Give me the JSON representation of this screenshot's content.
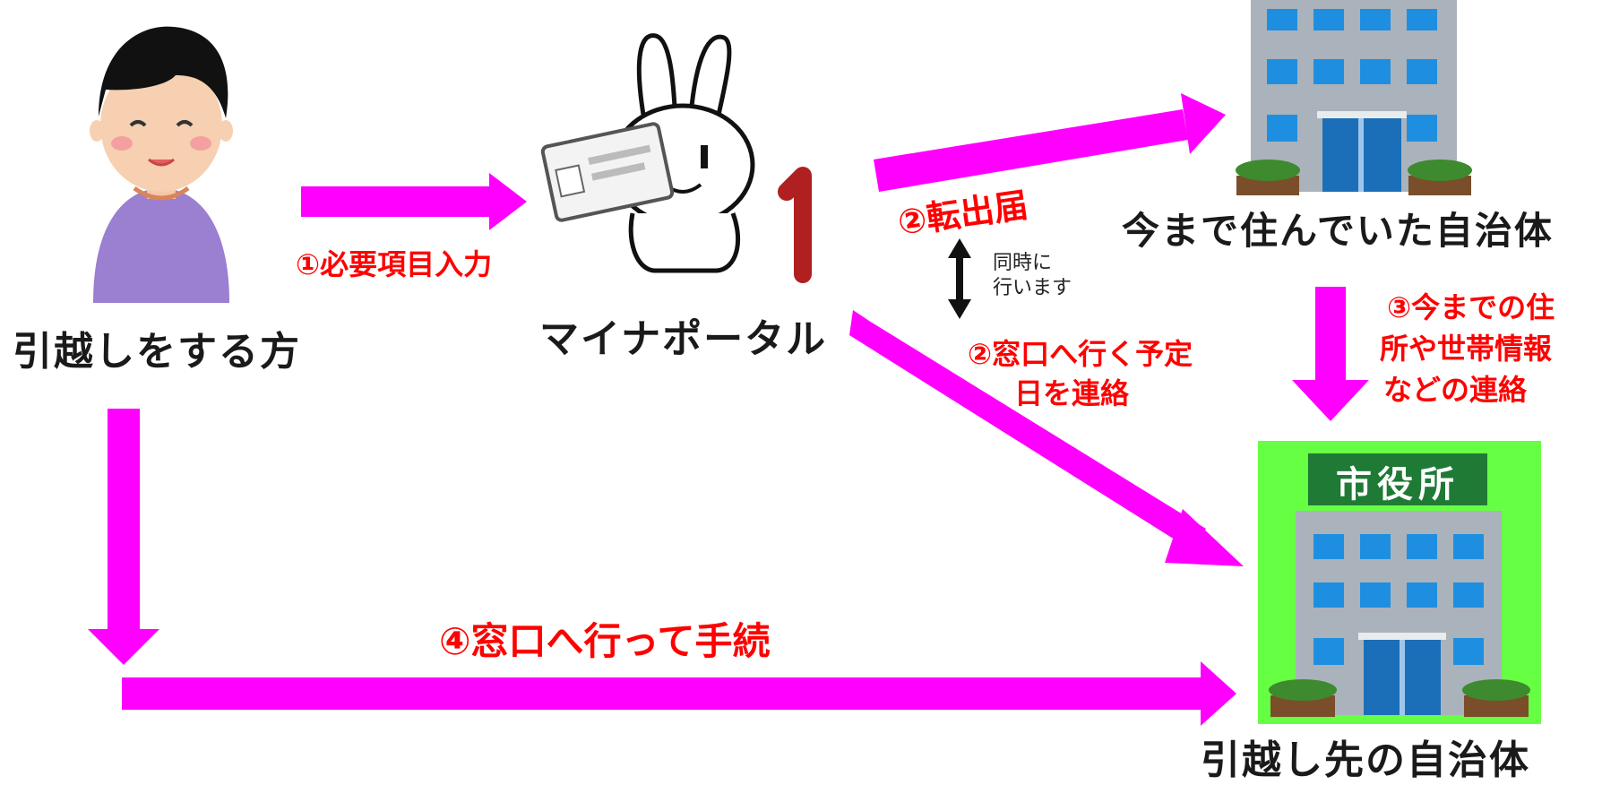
{
  "nodes": {
    "mover": {
      "label": "引越しをする方"
    },
    "myna_portal": {
      "label": "マイナポータル",
      "card_digit": "1"
    },
    "old_municipality": {
      "label": "今まで住んでいた自治体"
    },
    "new_municipality": {
      "label": "引越し先の自治体",
      "sign": "市役所"
    }
  },
  "steps": {
    "step1": "①必要項目入力",
    "step2a": "②転出届",
    "step2b_line1": "②窓口へ行く予定",
    "step2b_line2": "日を連絡",
    "step3_line1": "③今までの住",
    "step3_line2": "所や世帯情報",
    "step3_line3": "などの連絡",
    "step4": "④窓口へ行って手続"
  },
  "note": {
    "line1": "同時に",
    "line2": "行います"
  },
  "colors": {
    "arrow": "#ff00ff",
    "step_text": "#ff0000",
    "new_bg": "#66ff44",
    "building": "#aab2bb",
    "window": "#1e8fe0",
    "sign_bg": "#1f7a35"
  },
  "icons": [
    "person-icon",
    "rabbit-mascot-icon",
    "id-card-icon",
    "building-icon"
  ]
}
